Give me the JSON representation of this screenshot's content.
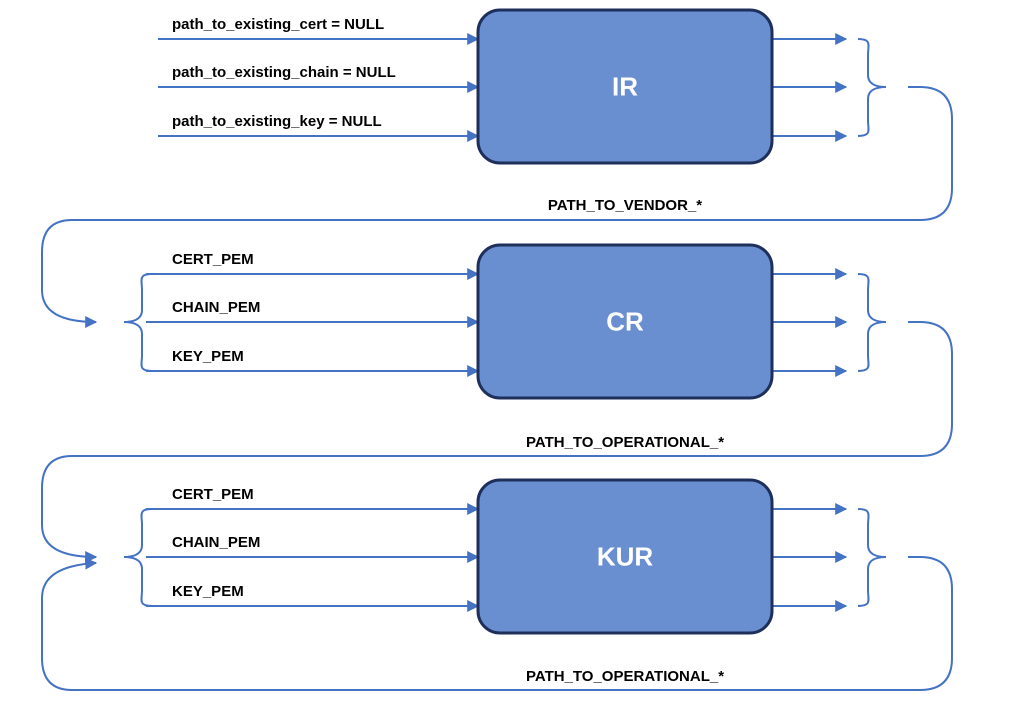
{
  "colors": {
    "box_fill": "#6a8fd0",
    "box_border": "#1f2f5c",
    "connector": "#4472c4",
    "box_text": "#ffffff",
    "label_text": "#000000"
  },
  "stages": [
    {
      "name": "IR",
      "inputs": [
        "path_to_existing_cert = NULL",
        "path_to_existing_chain = NULL",
        "path_to_existing_key = NULL"
      ]
    },
    {
      "name": "CR",
      "inputs": [
        "CERT_PEM",
        "CHAIN_PEM",
        "KEY_PEM"
      ]
    },
    {
      "name": "KUR",
      "inputs": [
        "CERT_PEM",
        "CHAIN_PEM",
        "KEY_PEM"
      ]
    }
  ],
  "loops": [
    {
      "label": "PATH_TO_VENDOR_*",
      "from": "IR",
      "to": "CR"
    },
    {
      "label": "PATH_TO_OPERATIONAL_*",
      "from": "CR",
      "to": "KUR"
    },
    {
      "label": "PATH_TO_OPERATIONAL_*",
      "from": "KUR",
      "to": "KUR"
    }
  ]
}
